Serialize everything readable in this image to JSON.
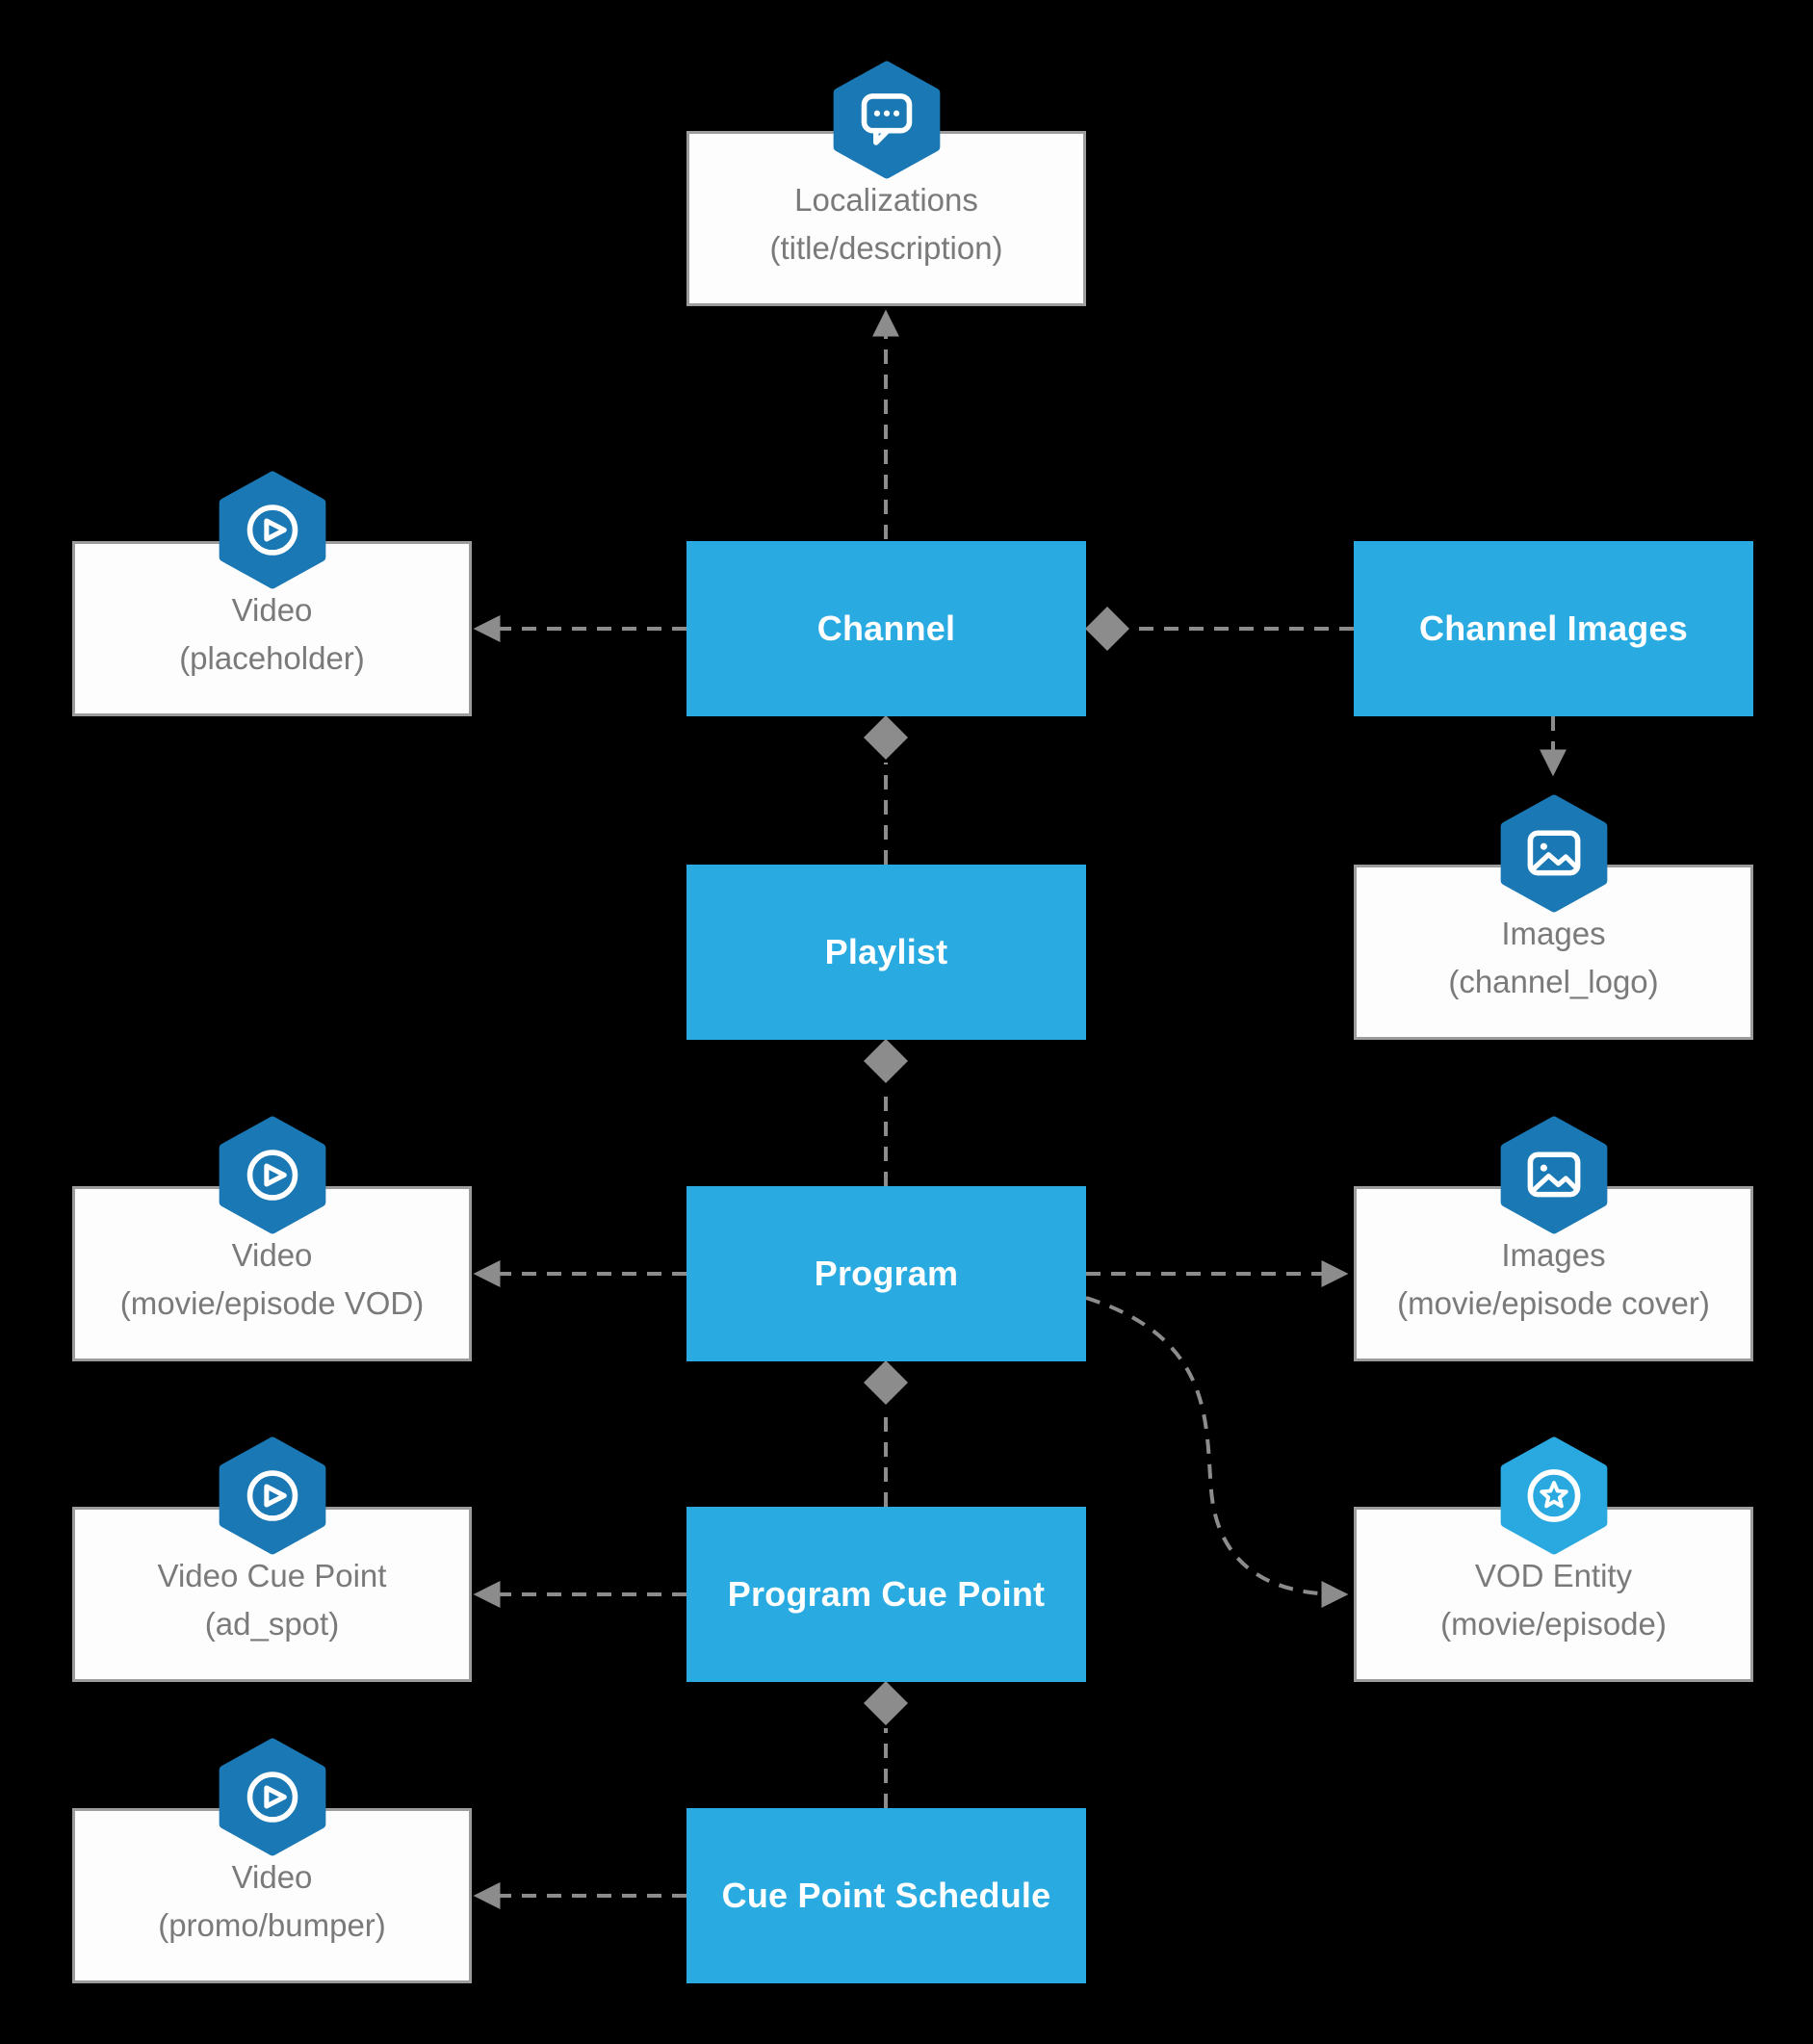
{
  "colors": {
    "background": "#000000",
    "primary_blue": "#29abe2",
    "icon_badge_dark_blue": "#1a78b4",
    "icon_badge_light_blue": "#2aa9e0",
    "connector_gray": "#8c8c8c",
    "white_box_border": "#9c9c9c",
    "white_box_text": "#7a7a7a"
  },
  "nodes": {
    "localizations": {
      "title": "Localizations",
      "subtitle": "(title/description)",
      "icon": "chat-icon"
    },
    "video_placeholder": {
      "title": "Video",
      "subtitle": "(placeholder)",
      "icon": "video-icon"
    },
    "channel": {
      "label": "Channel"
    },
    "channel_images": {
      "label": "Channel Images"
    },
    "images_channel_logo": {
      "title": "Images",
      "subtitle": "(channel_logo)",
      "icon": "images-icon"
    },
    "playlist": {
      "label": "Playlist"
    },
    "video_movie_episode_vod": {
      "title": "Video",
      "subtitle": "(movie/episode VOD)",
      "icon": "video-icon"
    },
    "program": {
      "label": "Program"
    },
    "images_movie_episode_cover": {
      "title": "Images",
      "subtitle": "(movie/episode cover)",
      "icon": "images-icon"
    },
    "video_cue_point_ad_spot": {
      "title": "Video Cue Point",
      "subtitle": "(ad_spot)",
      "icon": "video-icon"
    },
    "program_cue_point": {
      "label": "Program Cue Point"
    },
    "vod_entity": {
      "title": "VOD Entity",
      "subtitle": "(movie/episode)",
      "icon": "star-icon"
    },
    "video_promo_bumper": {
      "title": "Video",
      "subtitle": "(promo/bumper)",
      "icon": "video-icon"
    },
    "cue_point_schedule": {
      "label": "Cue Point Schedule"
    }
  }
}
